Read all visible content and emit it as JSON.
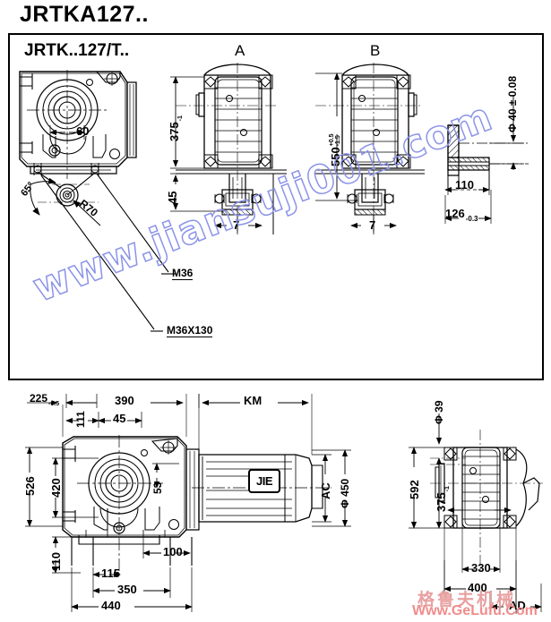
{
  "document": {
    "title": "JRTKA127..",
    "panel_title": "JRTK..127/T.."
  },
  "views": {
    "letter_a": "A",
    "letter_b": "B"
  },
  "top_view_left": {
    "dim_60": "60",
    "dim_angle": "65°",
    "dim_radius": "R70",
    "thread_note_1": "M36",
    "thread_note_2": "M36X130"
  },
  "view_a": {
    "dim_375": "375",
    "dim_375_tol": "-1",
    "dim_45": "45",
    "dim_7": "7"
  },
  "view_b": {
    "dim_550": "550",
    "dim_550_tol_upper": "+0.5",
    "dim_550_tol_lower": "-1.5",
    "dim_7": "7"
  },
  "shaft_detail": {
    "dim_diameter": "Φ 40 ± 0.08",
    "dim_110": "110",
    "dim_126": "126",
    "dim_126_tol": "-0.3"
  },
  "bottom_view_left": {
    "dim_225": "225",
    "dim_225_tol": "-0.5",
    "dim_390": "390",
    "dim_km": "KM",
    "dim_111": "111",
    "dim_45": "45",
    "dim_526": "526",
    "dim_420": "420",
    "dim_53": "53",
    "dim_110": "110",
    "dim_115": "115",
    "dim_350": "350",
    "dim_440": "440",
    "dim_100": "100",
    "dim_ac": "AC",
    "dim_450": "Φ 450",
    "motor_logo": "JIE"
  },
  "bottom_view_right": {
    "dim_39": "Φ 39",
    "dim_592": "592",
    "dim_375": "375",
    "dim_375_tol": "-1",
    "dim_330": "330",
    "dim_400": "400",
    "dim_ad": "AD"
  },
  "watermarks": {
    "blue_url": "www.jiansuji001.com",
    "red_chinese": "格鲁夫机械",
    "red_url": "Www.GeLufu.Com"
  },
  "colors": {
    "line": "#000000",
    "watermark_blue": "#8b93e8",
    "watermark_red": "#f08c8c"
  }
}
